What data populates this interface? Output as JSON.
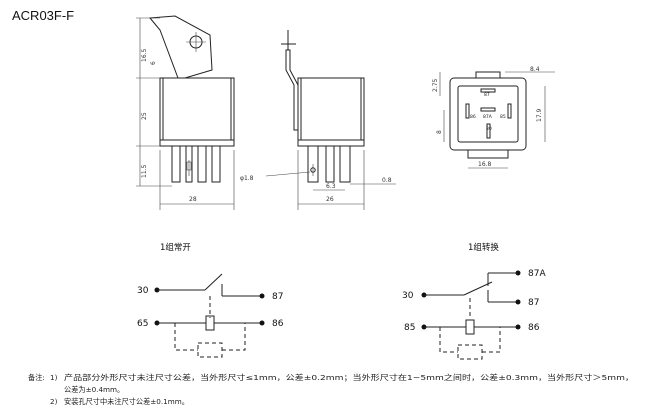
{
  "title": "ACR03F-F",
  "views": {
    "front": {
      "dims": {
        "bracket_height": "16.5",
        "hole": "6",
        "body_height": "25",
        "pin_length": "11.5",
        "width": "28"
      }
    },
    "side": {
      "dims": {
        "hole_dia": "φ1.8",
        "pitch": "6.3",
        "pin_thick": "0.8",
        "width": "26"
      }
    },
    "bottom": {
      "dims": {
        "top_offset": "2.75",
        "right_offset": "8.4",
        "height": "17.9",
        "left_offset": "8",
        "bottom_width": "16.8"
      },
      "pins": [
        "87",
        "86",
        "87A",
        "85",
        "30"
      ]
    }
  },
  "circuits": {
    "no": {
      "caption": "1组常开",
      "labels": {
        "top_left": "30",
        "top_right": "87",
        "bottom_left": "65",
        "bottom_right": "86"
      }
    },
    "co": {
      "caption": "1组转换",
      "labels": {
        "top_right": "87A",
        "mid_left": "30",
        "mid_right": "87",
        "bottom_left": "85",
        "bottom_right": "86"
      }
    }
  },
  "notes": {
    "prefix": "备注:",
    "line1_num": "1)",
    "line1": "产品部分外形尺寸未注尺寸公差，当外形尺寸≤1mm，公差±0.2mm；当外形尺寸在1~5mm之间时，公差±0.3mm，当外形尺寸＞5mm，",
    "line1b": "公差为±0.4mm。",
    "line2_num": "2)",
    "line2": "安装孔尺寸中未注尺寸公差±0.1mm。"
  }
}
